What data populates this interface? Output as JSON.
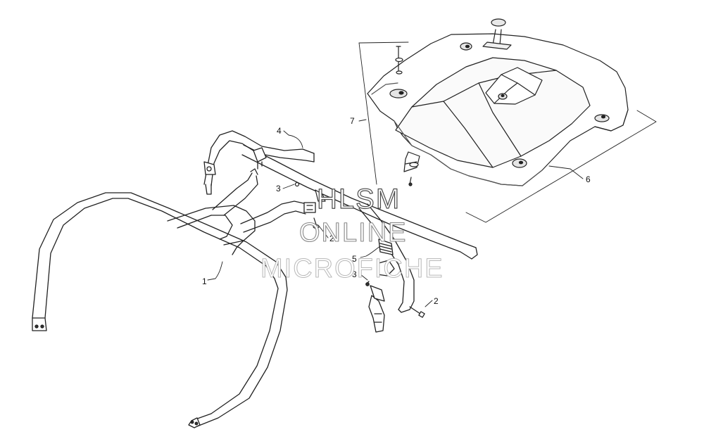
{
  "diagram": {
    "callouts": {
      "c1": "1",
      "c2a": "2",
      "c2b": "2",
      "c3a": "3",
      "c3b": "3",
      "c4": "4",
      "c5": "5",
      "c6": "6",
      "c7": "7"
    }
  },
  "watermark": {
    "line1": "HLSM",
    "line2": "ONLINE",
    "line3": "MICROFICHE"
  }
}
